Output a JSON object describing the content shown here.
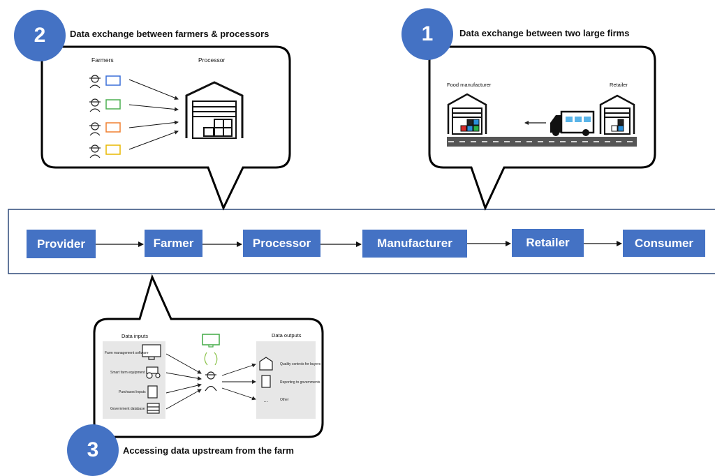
{
  "callout2": {
    "number": "2",
    "title": "Data exchange between farmers & processors",
    "farmers_label": "Farmers",
    "processor_label": "Processor"
  },
  "callout1": {
    "number": "1",
    "title": "Data exchange between two large firms",
    "food_manufacturer_label": "Food manufacturer",
    "retailer_label": "Retailer"
  },
  "callout3": {
    "number": "3",
    "title": "Accessing data upstream from the farm",
    "inputs_heading": "Data inputs",
    "outputs_heading": "Data outputs",
    "inputs": [
      "Farm management software",
      "Smart farm equipment",
      "Purchased inputs",
      "Government database"
    ],
    "outputs": [
      "Quality controls for buyers",
      "Reporting to governments",
      "Other"
    ],
    "ellipsis": "…"
  },
  "chain": {
    "stages": [
      "Provider",
      "Farmer",
      "Processor",
      "Manufacturer",
      "Retailer",
      "Consumer"
    ]
  },
  "colors": {
    "accent": "#4472c4",
    "outline": "#000000",
    "panel_grey": "#e7e7e7"
  }
}
